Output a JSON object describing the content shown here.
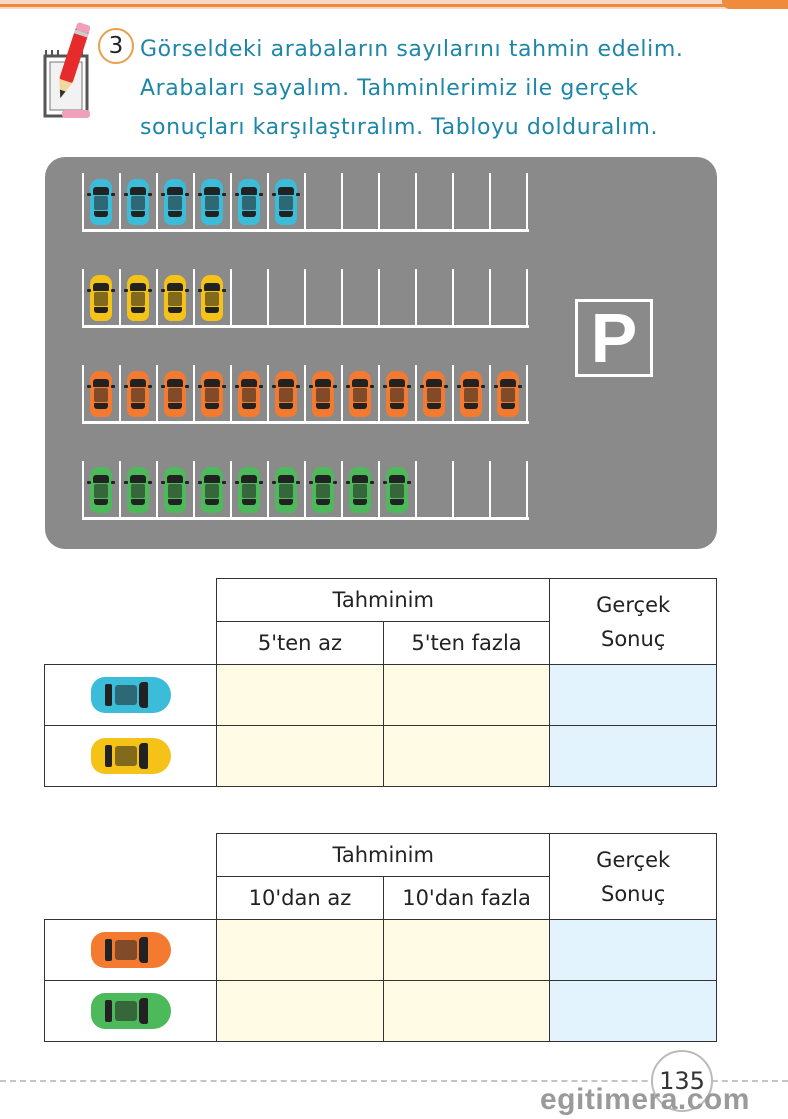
{
  "question": {
    "number": "3",
    "lines": [
      "Görseldeki arabaların sayılarını tahmin edelim.",
      "Arabaları sayalım. Tahminlerimiz ile gerçek",
      "sonuçları karşılaştıralım. Tabloyu dolduralım."
    ]
  },
  "parking": {
    "sign": "P",
    "rows": [
      {
        "color": "#3bbcd8",
        "cars": 6,
        "slots": 12
      },
      {
        "color": "#f5c218",
        "cars": 4,
        "slots": 12
      },
      {
        "color": "#f37a2f",
        "cars": 12,
        "slots": 12
      },
      {
        "color": "#4cba5a",
        "cars": 9,
        "slots": 12
      }
    ]
  },
  "table1": {
    "group_header": "Tahminim",
    "col1": "5'ten az",
    "col2": "5'ten fazla",
    "result_header_1": "Gerçek",
    "result_header_2": "Sonuç",
    "row_colors": [
      "#3bbcd8",
      "#f5c218"
    ]
  },
  "table2": {
    "group_header": "Tahminim",
    "col1": "10'dan az",
    "col2": "10'dan fazla",
    "result_header_1": "Gerçek",
    "result_header_2": "Sonuç",
    "row_colors": [
      "#f37a2f",
      "#4cba5a"
    ]
  },
  "page_number": "135",
  "watermark": "egitimera.com"
}
